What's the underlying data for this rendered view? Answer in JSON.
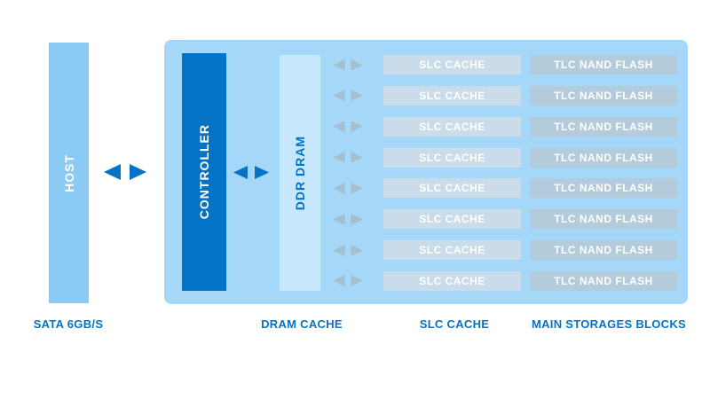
{
  "diagram": {
    "host": {
      "label": "HOST"
    },
    "controller": {
      "label": "CONTROLLER"
    },
    "dram": {
      "label": "DDR DRAM"
    },
    "footer": {
      "sata": "SATA 6GB/S",
      "dram_cache": "DRAM CACHE",
      "slc_cache": "SLC CACHE",
      "main_storage": "MAIN STORAGES BLOCKS"
    }
  },
  "rows": [
    {
      "slc_label": "SLC CACHE",
      "tlc_label": "TLC NAND FLASH"
    },
    {
      "slc_label": "SLC CACHE",
      "tlc_label": "TLC NAND FLASH"
    },
    {
      "slc_label": "SLC CACHE",
      "tlc_label": "TLC NAND FLASH"
    },
    {
      "slc_label": "SLC CACHE",
      "tlc_label": "TLC NAND FLASH"
    },
    {
      "slc_label": "SLC CACHE",
      "tlc_label": "TLC NAND FLASH"
    },
    {
      "slc_label": "SLC CACHE",
      "tlc_label": "TLC NAND FLASH"
    },
    {
      "slc_label": "SLC CACHE",
      "tlc_label": "TLC NAND FLASH"
    },
    {
      "slc_label": "SLC CACHE",
      "tlc_label": "TLC NAND FLASH"
    }
  ],
  "colors": {
    "accent": "#0473C5",
    "host_fill": "#8CCAF6",
    "container_fill": "#A5D7F9",
    "controller_fill": "#0473C5",
    "dram_fill": "#C7E7FC",
    "slc_fill": "#CADCE9",
    "tlc_fill": "#B3CBDB",
    "row_arrow": "#A3BFD0"
  }
}
